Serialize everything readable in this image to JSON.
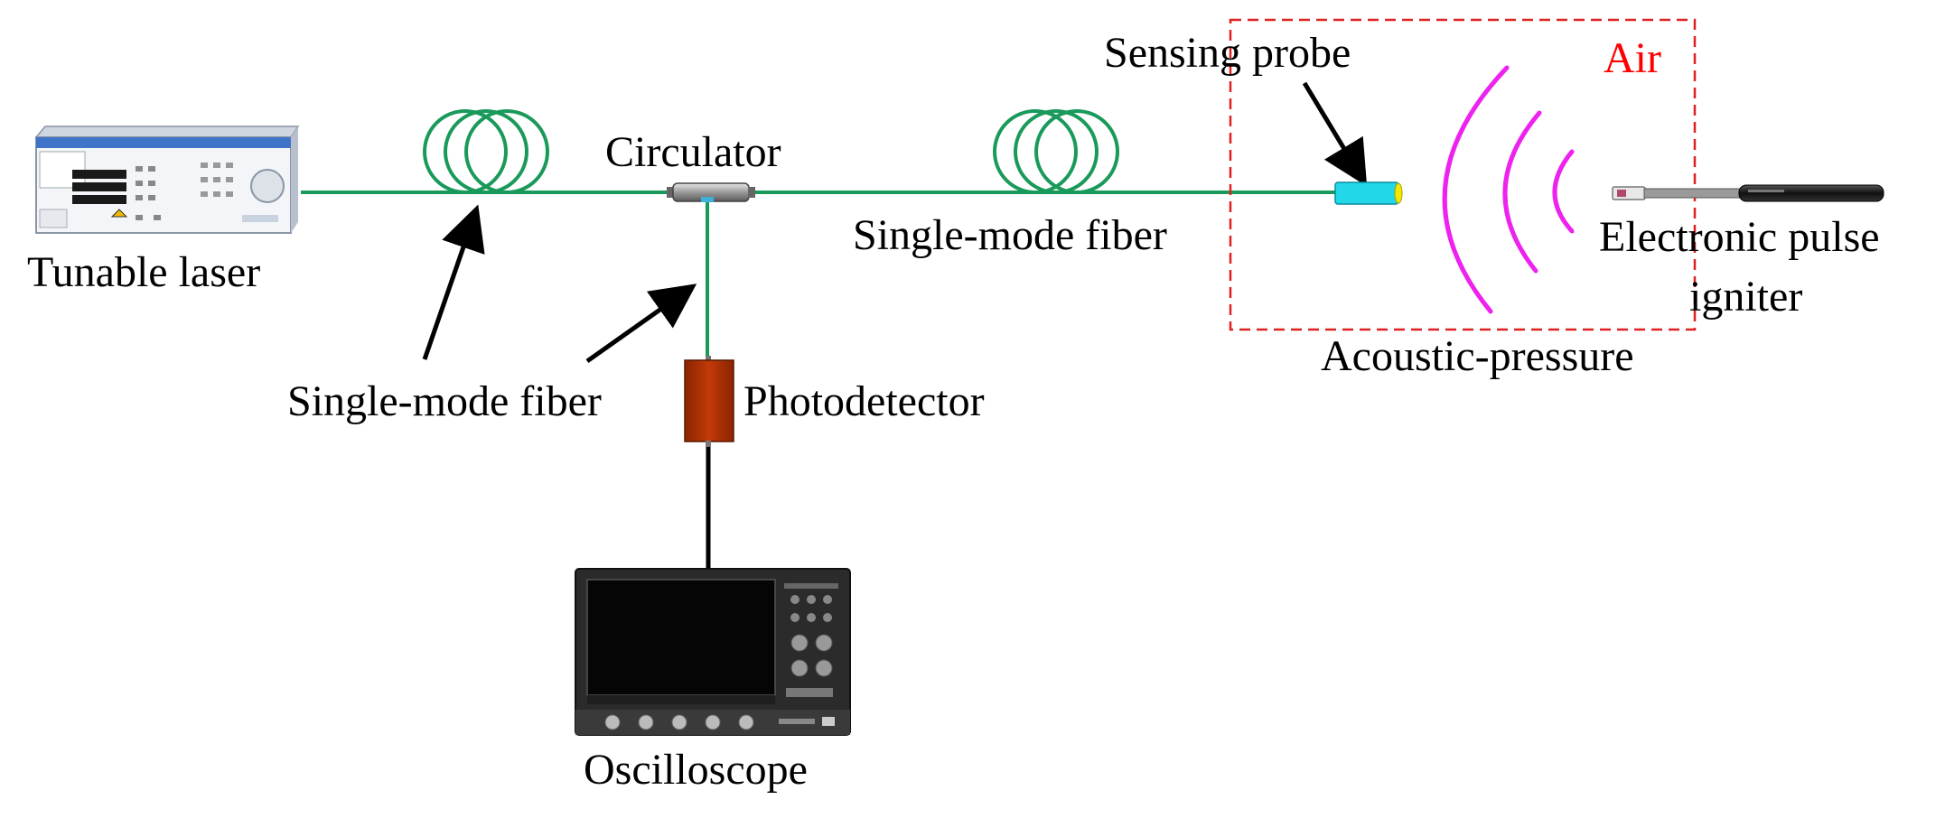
{
  "labels": {
    "tunable_laser": "Tunable laser",
    "circulator": "Circulator",
    "single_mode_fiber_main": "Single-mode fiber",
    "single_mode_fiber_lower": "Single-mode fiber",
    "photodetector": "Photodetector",
    "oscilloscope": "Oscilloscope",
    "sensing_probe": "Sensing probe",
    "air": "Air",
    "acoustic_pressure": "Acoustic-pressure",
    "igniter_line1": "Electronic pulse",
    "igniter_line2": "igniter"
  },
  "colors": {
    "fiber": "#1a9a5a",
    "air_box": "#e02020",
    "air_text": "#ff0000",
    "acoustic_wave": "#ee22ee",
    "photodetector": "#b83200",
    "probe": "#22d8e8",
    "arrow": "#000000"
  },
  "icons": {
    "laser": "laser-unit-icon",
    "oscilloscope": "oscilloscope-unit-icon",
    "igniter": "pulse-igniter-icon",
    "fiber_coil": "fiber-coil-icon"
  }
}
